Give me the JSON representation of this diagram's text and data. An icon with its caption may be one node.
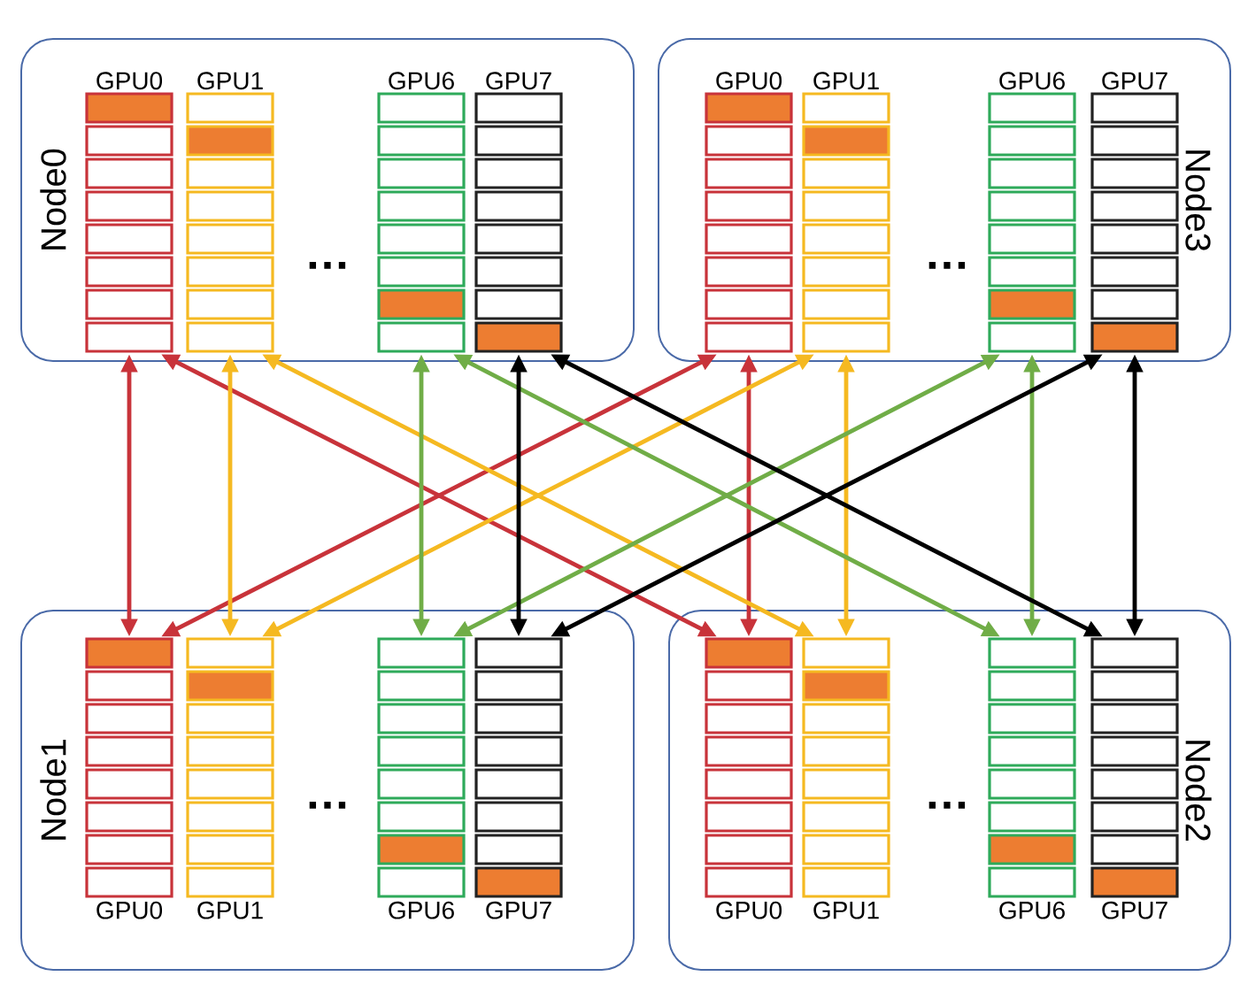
{
  "diagram": {
    "nodes": [
      {
        "text": [
          "Node0"
        ]
      },
      {
        "text": [
          "GPU0"
        ],
        "in": 0
      },
      {
        "text": [
          "GPU1"
        ],
        "in": 0
      },
      {
        "text": [
          "GPU6"
        ],
        "in": 0
      },
      {
        "text": [
          "GPU7"
        ],
        "in": 0
      },
      {
        "text": [
          "Node3"
        ]
      },
      {
        "text": [
          "GPU0"
        ],
        "in": 5
      },
      {
        "text": [
          "GPU1"
        ],
        "in": 5
      },
      {
        "text": [
          "GPU6"
        ],
        "in": 5
      },
      {
        "text": [
          "GPU7"
        ],
        "in": 5
      },
      {
        "text": [
          "Node1"
        ]
      },
      {
        "text": [
          "GPU0"
        ],
        "in": 10
      },
      {
        "text": [
          "GPU1"
        ],
        "in": 10
      },
      {
        "text": [
          "GPU6"
        ],
        "in": 10
      },
      {
        "text": [
          "GPU7"
        ],
        "in": 10
      },
      {
        "text": [
          "Node2"
        ]
      },
      {
        "text": [
          "GPU0"
        ],
        "in": 15
      },
      {
        "text": [
          "GPU1"
        ],
        "in": 15
      },
      {
        "text": [
          "GPU6"
        ],
        "in": 15
      },
      {
        "text": [
          "GPU7"
        ],
        "in": 15
      }
    ],
    "edges": [
      {
        "from": 1,
        "to": 11,
        "arrow": "both",
        "color": "#c8333a"
      },
      {
        "from": 1,
        "to": 16,
        "arrow": "both",
        "color": "#c8333a"
      },
      {
        "from": 6,
        "to": 11,
        "arrow": "both",
        "color": "#c8333a"
      },
      {
        "from": 6,
        "to": 16,
        "arrow": "both",
        "color": "#c8333a"
      },
      {
        "from": 2,
        "to": 12,
        "arrow": "both",
        "color": "#f5b921"
      },
      {
        "from": 2,
        "to": 17,
        "arrow": "both",
        "color": "#f5b921"
      },
      {
        "from": 7,
        "to": 12,
        "arrow": "both",
        "color": "#f5b921"
      },
      {
        "from": 7,
        "to": 17,
        "arrow": "both",
        "color": "#f5b921"
      },
      {
        "from": 3,
        "to": 13,
        "arrow": "both",
        "color": "#70ad47"
      },
      {
        "from": 3,
        "to": 18,
        "arrow": "both",
        "color": "#70ad47"
      },
      {
        "from": 8,
        "to": 13,
        "arrow": "both",
        "color": "#70ad47"
      },
      {
        "from": 8,
        "to": 18,
        "arrow": "both",
        "color": "#70ad47"
      },
      {
        "from": 4,
        "to": 14,
        "arrow": "both",
        "color": "#000000"
      },
      {
        "from": 4,
        "to": 19,
        "arrow": "both",
        "color": "#000000"
      },
      {
        "from": 9,
        "to": 14,
        "arrow": "both",
        "color": "#000000"
      },
      {
        "from": 9,
        "to": 19,
        "arrow": "both",
        "color": "#000000"
      }
    ],
    "labels": [
      "…",
      "…",
      "…",
      "…"
    ]
  }
}
